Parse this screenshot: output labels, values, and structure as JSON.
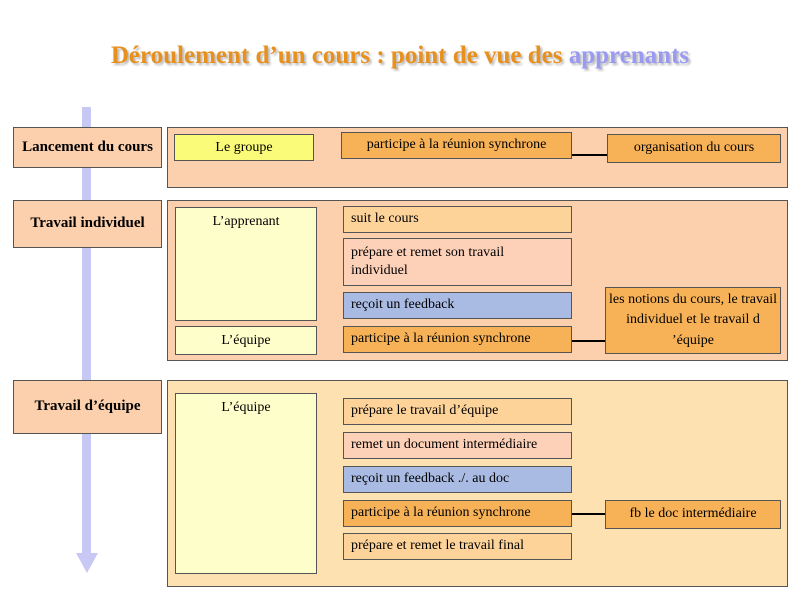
{
  "title": {
    "main": "Déroulement d’un cours : point de vue des ",
    "accent": "apprenants"
  },
  "phases": {
    "launch": {
      "label": "Lancement du cours",
      "group": "Le groupe",
      "activity": "participe à la réunion synchrone",
      "outcome": "organisation du cours"
    },
    "individual": {
      "label": "Travail individuel",
      "learner": "L’apprenant",
      "team": "L’équipe",
      "activities": [
        "suit le cours",
        "prépare et remet son travail individuel",
        "reçoit un feedback",
        "participe à la réunion synchrone"
      ],
      "outcome": "les notions du cours, le travail individuel et le travail d ’équipe"
    },
    "team": {
      "label": "Travail d’équipe",
      "team": "L’équipe",
      "activities": [
        "prépare le travail d’équipe",
        "remet un document intermédiaire",
        "reçoit un feedback ./. au doc",
        "participe à la réunion synchrone",
        "prépare et remet le travail final"
      ],
      "outcome": "fb le doc intermédiaire"
    }
  },
  "colors": {
    "title": "#e8901e",
    "title_accent": "#9a9af2",
    "timeline_arrow": "#c8c8f4",
    "phase_fill": "#fcd0ad",
    "activity_orange": "#f7b257",
    "activity_blue": "#a9bbe2"
  }
}
